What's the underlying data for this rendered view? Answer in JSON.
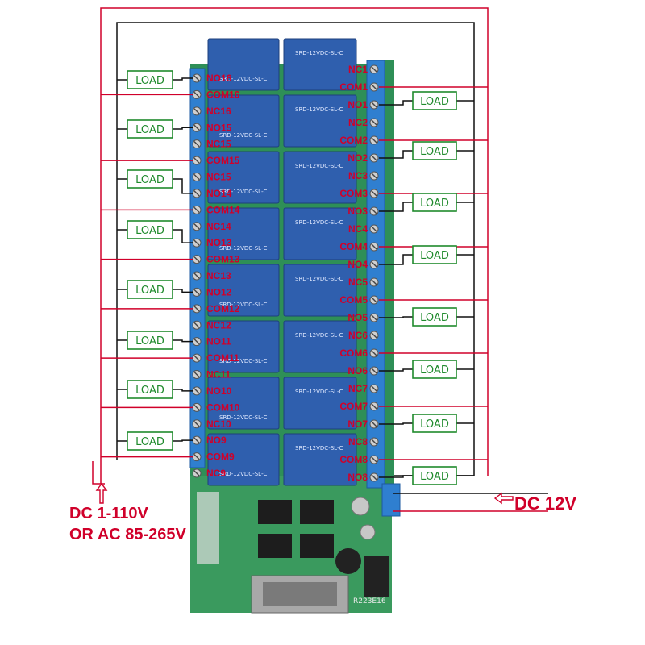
{
  "load_label": "LOAD",
  "left_terminals": [
    "NO16",
    "COM16",
    "NC16",
    "NO15",
    "NC15",
    "COM15",
    "NC15",
    "NO14",
    "COM14",
    "NC14",
    "NO13",
    "COM13",
    "NC13",
    "NO12",
    "COM12",
    "NC12",
    "NO11",
    "COM11",
    "NC11",
    "NO10",
    "COM10",
    "NC10",
    "NO9",
    "COM9",
    "NC9"
  ],
  "right_terminals": [
    "NC1",
    "COM1",
    "NO1",
    "NC2",
    "COM2",
    "NO2",
    "NC3",
    "COM3",
    "NO3",
    "NC4",
    "COM4",
    "NO4",
    "NC5",
    "COM5",
    "NO5",
    "NC6",
    "COM6",
    "NO6",
    "NC7",
    "COM7",
    "NO7",
    "NC8",
    "COM8",
    "NO8"
  ],
  "relay_marking": "SRD-12VDC-SL-C",
  "board_model": "R223E16",
  "power_left": {
    "line1": "DC 1-110V",
    "line2": "OR AC 85-265V"
  },
  "power_right": {
    "label": "DC 12V"
  },
  "colors": {
    "wire_red": "#d0002a",
    "wire_black": "#111111",
    "load_green": "#1f8a2c",
    "relay_blue": "#2f5fae",
    "pcb_green": "#2e8f57"
  }
}
